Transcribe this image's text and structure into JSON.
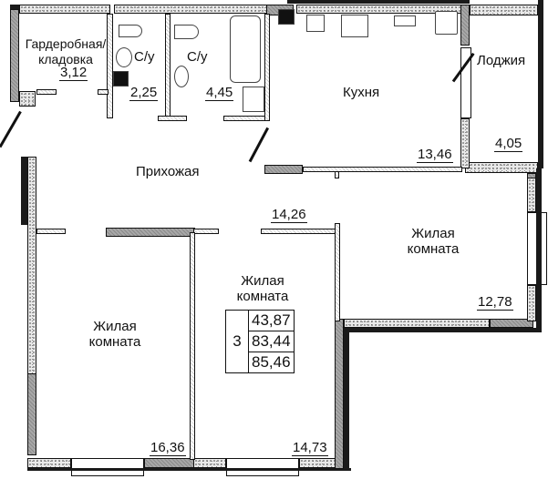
{
  "plan": {
    "rooms": [
      {
        "id": "wardrobe",
        "name": "Гардеробная/\nкладовка",
        "name_lines": [
          "Гардеробная/",
          "кладовка"
        ],
        "area": "3,12"
      },
      {
        "id": "bath1",
        "name": "С/у",
        "area": "2,25"
      },
      {
        "id": "bath2",
        "name": "С/у",
        "area": "4,45"
      },
      {
        "id": "kitchen",
        "name": "Кухня",
        "area": "13,46"
      },
      {
        "id": "loggia",
        "name": "Лоджия",
        "area": "4,05"
      },
      {
        "id": "hall",
        "name": "Прихожая",
        "area": "14,26"
      },
      {
        "id": "living_right",
        "name_lines": [
          "Жилая",
          "комната"
        ],
        "area": "12,78"
      },
      {
        "id": "living_left",
        "name_lines": [
          "Жилая",
          "комната"
        ],
        "area": "16,36"
      },
      {
        "id": "living_center",
        "name_lines": [
          "Жилая",
          "комната"
        ],
        "area": "14,73"
      }
    ],
    "summary": {
      "room_count": "3",
      "living_area": "43,87",
      "total_area": "83,44",
      "total_area_with_loggia": "85,46"
    }
  }
}
